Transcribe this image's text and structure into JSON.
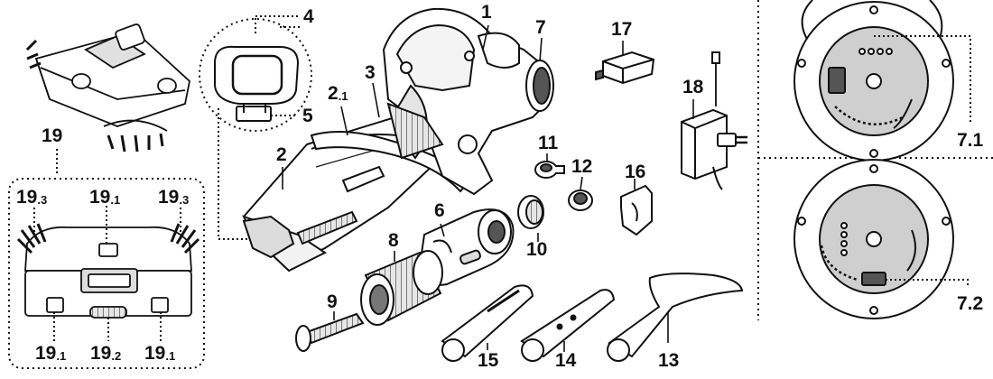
{
  "labels": {
    "l1": {
      "main": "1",
      "sub": ""
    },
    "l2": {
      "main": "2",
      "sub": ""
    },
    "l2_1": {
      "main": "2",
      "sub": ".1"
    },
    "l3": {
      "main": "3",
      "sub": ""
    },
    "l4": {
      "main": "4",
      "sub": ""
    },
    "l5": {
      "main": "5",
      "sub": ""
    },
    "l6": {
      "main": "6",
      "sub": ""
    },
    "l7": {
      "main": "7",
      "sub": ""
    },
    "l7_1": {
      "main": "7.1",
      "sub": ""
    },
    "l7_2": {
      "main": "7.2",
      "sub": ""
    },
    "l8": {
      "main": "8",
      "sub": ""
    },
    "l9": {
      "main": "9",
      "sub": ""
    },
    "l10": {
      "main": "10",
      "sub": ""
    },
    "l11": {
      "main": "11",
      "sub": ""
    },
    "l12": {
      "main": "12",
      "sub": ""
    },
    "l13": {
      "main": "13",
      "sub": ""
    },
    "l14": {
      "main": "14",
      "sub": ""
    },
    "l15": {
      "main": "15",
      "sub": ""
    },
    "l16": {
      "main": "16",
      "sub": ""
    },
    "l17": {
      "main": "17",
      "sub": ""
    },
    "l18": {
      "main": "18",
      "sub": ""
    },
    "l19": {
      "main": "19",
      "sub": ""
    },
    "l19_3a": {
      "main": "19",
      "sub": ".3"
    },
    "l19_1a": {
      "main": "19",
      "sub": ".1"
    },
    "l19_3b": {
      "main": "19",
      "sub": ".3"
    },
    "l19_1b": {
      "main": "19",
      "sub": ".1"
    },
    "l19_2": {
      "main": "19",
      "sub": ".2"
    },
    "l19_1c": {
      "main": "19",
      "sub": ".1"
    }
  },
  "colors": {
    "line": "#111111",
    "fill": "#ffffff",
    "shade": "#bdbdbd",
    "dark": "#555555"
  }
}
